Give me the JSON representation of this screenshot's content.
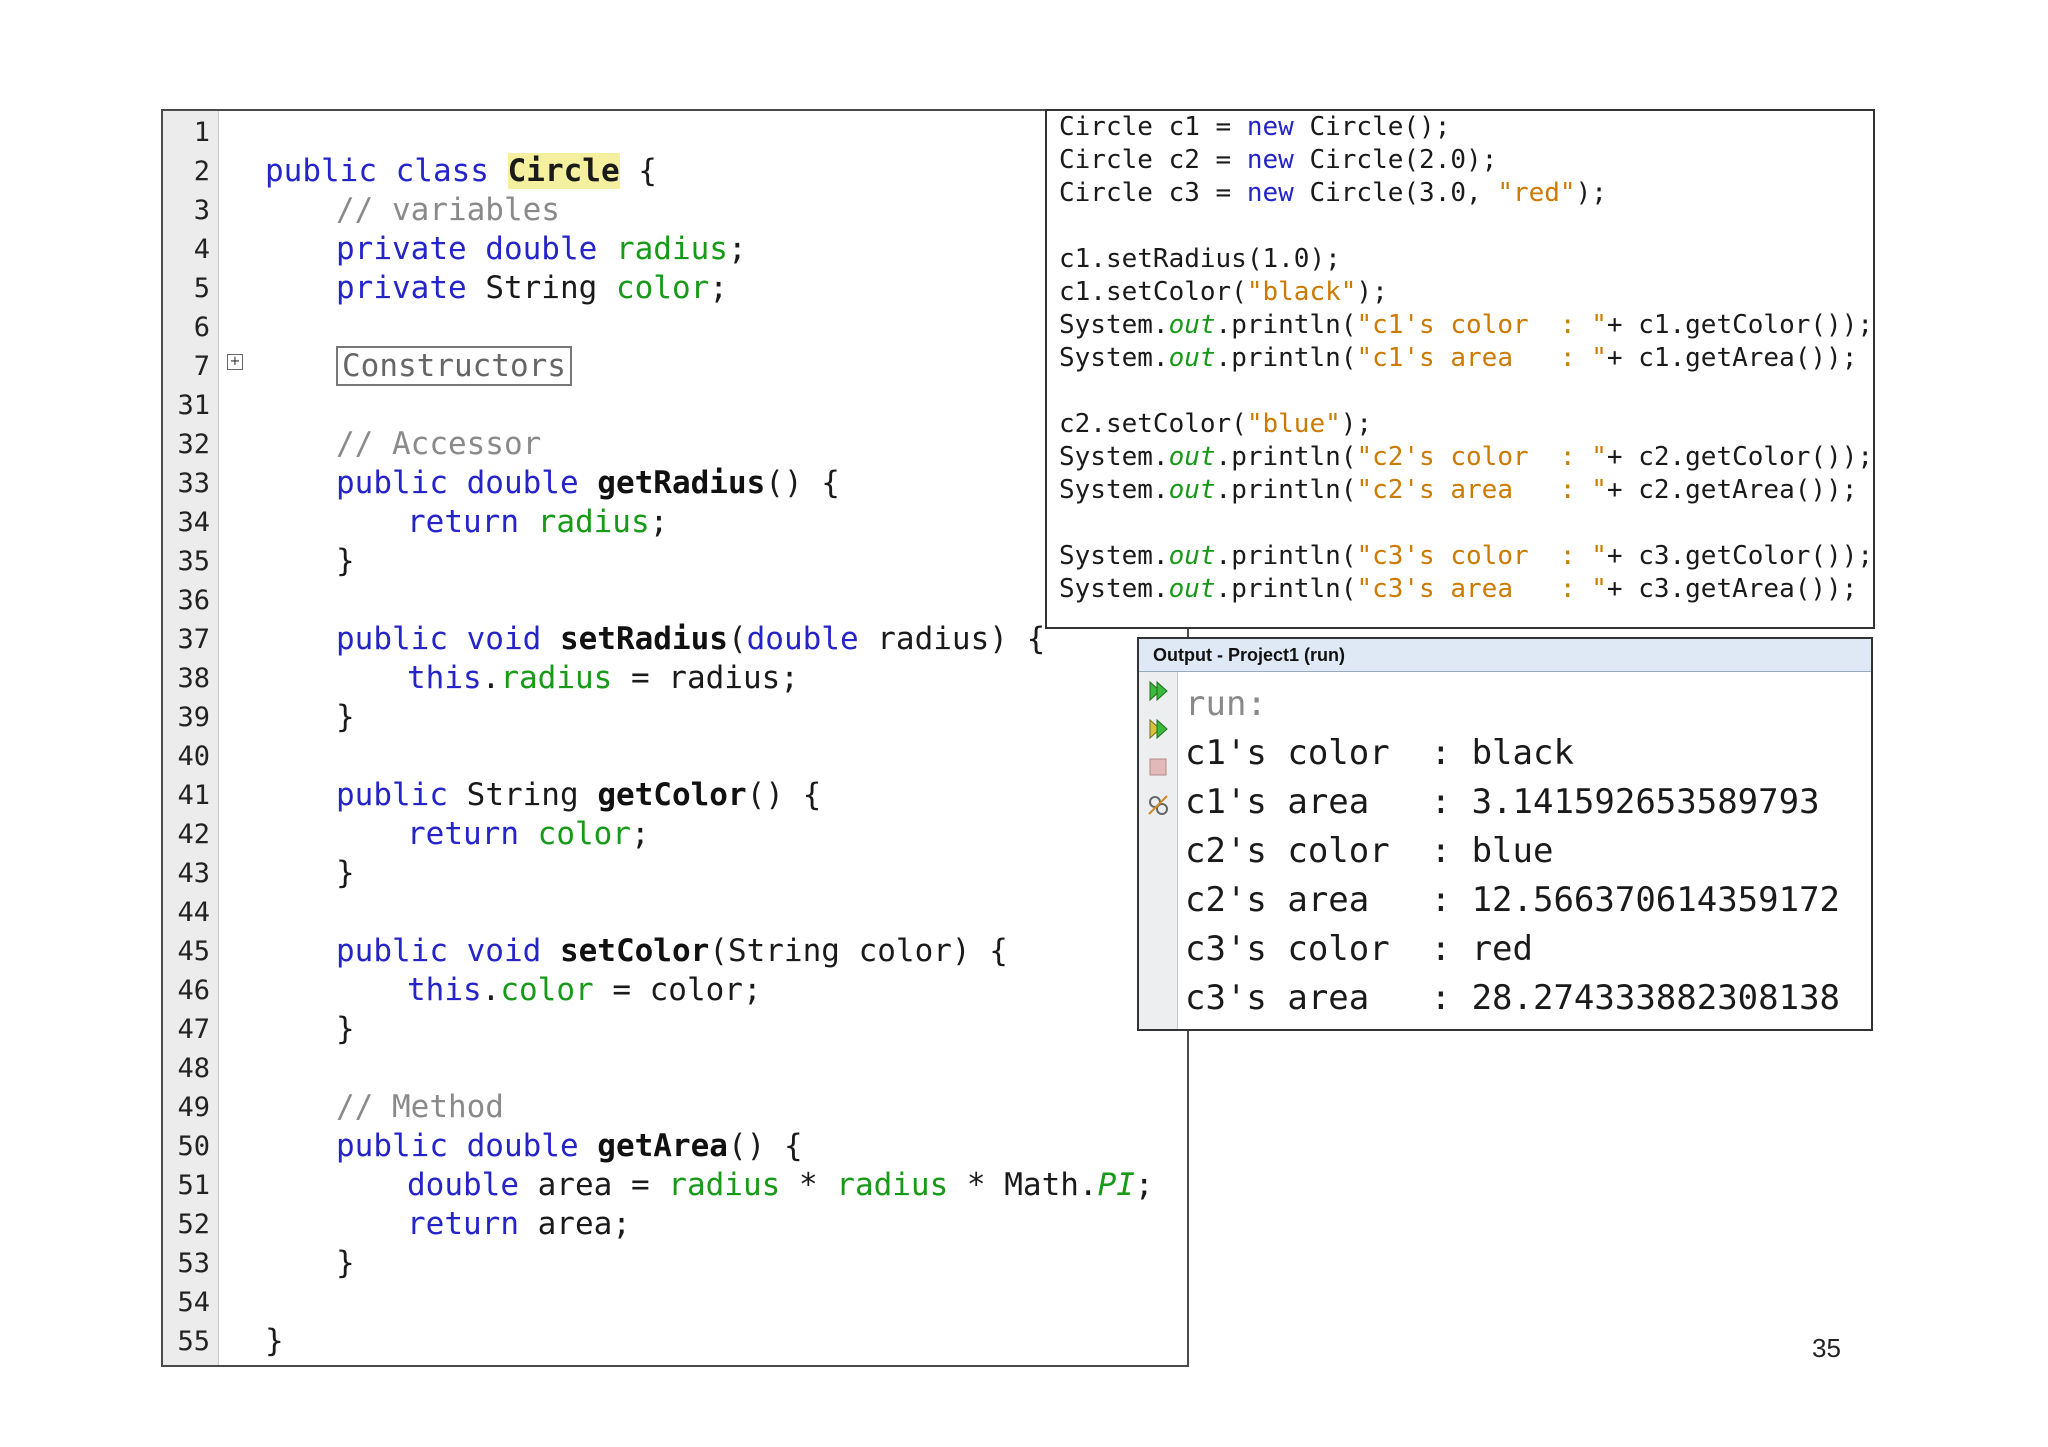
{
  "editor": {
    "class_name": "Circle",
    "lines": [
      {
        "n": "1",
        "t": ""
      },
      {
        "n": "2",
        "t": "class"
      },
      {
        "n": "3",
        "t": "// variables"
      },
      {
        "n": "4",
        "t": "radius"
      },
      {
        "n": "5",
        "t": "color"
      },
      {
        "n": "6",
        "t": ""
      },
      {
        "n": "7",
        "t": "Constructors"
      },
      {
        "n": "31",
        "t": ""
      },
      {
        "n": "32",
        "t": "// Accessor"
      },
      {
        "n": "33",
        "t": "getRadius"
      },
      {
        "n": "34",
        "t": "return radius"
      },
      {
        "n": "35",
        "t": "}"
      },
      {
        "n": "36",
        "t": ""
      },
      {
        "n": "37",
        "t": "setRadius"
      },
      {
        "n": "38",
        "t": "this.radius"
      },
      {
        "n": "39",
        "t": "}"
      },
      {
        "n": "40",
        "t": ""
      },
      {
        "n": "41",
        "t": "getColor"
      },
      {
        "n": "42",
        "t": "return color"
      },
      {
        "n": "43",
        "t": "}"
      },
      {
        "n": "44",
        "t": ""
      },
      {
        "n": "45",
        "t": "setColor"
      },
      {
        "n": "46",
        "t": "this.color"
      },
      {
        "n": "47",
        "t": "}"
      },
      {
        "n": "48",
        "t": ""
      },
      {
        "n": "49",
        "t": "// Method"
      },
      {
        "n": "50",
        "t": "getArea"
      },
      {
        "n": "51",
        "t": "area"
      },
      {
        "n": "52",
        "t": "return area"
      },
      {
        "n": "53",
        "t": "}"
      },
      {
        "n": "54",
        "t": ""
      },
      {
        "n": "55",
        "t": "}"
      }
    ],
    "folded_label": "Constructors",
    "comment_variables": "// variables",
    "comment_accessor": "// Accessor",
    "comment_method": "// Method"
  },
  "usage": {
    "lines": [
      "Circle c1 = new Circle();",
      "Circle c2 = new Circle(2.0);",
      "Circle c3 = new Circle(3.0, \"red\");",
      "",
      "c1.setRadius(1.0);",
      "c1.setColor(\"black\");",
      "System.out.println(\"c1's color  : \"+ c1.getColor());",
      "System.out.println(\"c1's area   : \"+ c1.getArea());",
      "",
      "c2.setColor(\"blue\");",
      "System.out.println(\"c2's color  : \"+ c2.getColor());",
      "System.out.println(\"c2's area   : \"+ c2.getArea());",
      "",
      "System.out.println(\"c3's color  : \"+ c3.getColor());",
      "System.out.println(\"c3's area   : \"+ c3.getArea());"
    ]
  },
  "output": {
    "title": "Output - Project1 (run)",
    "run_label": "run:",
    "lines": [
      "c1's color  : black",
      "c1's area   : 3.141592653589793",
      "c2's color  : blue",
      "c2's area   : 12.566370614359172",
      "c3's color  : red",
      "c3's area   : 28.274333882308138"
    ],
    "toolbar_icons": [
      "rerun-icon",
      "rerun-with-params-icon",
      "stop-icon",
      "settings-icon"
    ]
  },
  "page_number": "35"
}
